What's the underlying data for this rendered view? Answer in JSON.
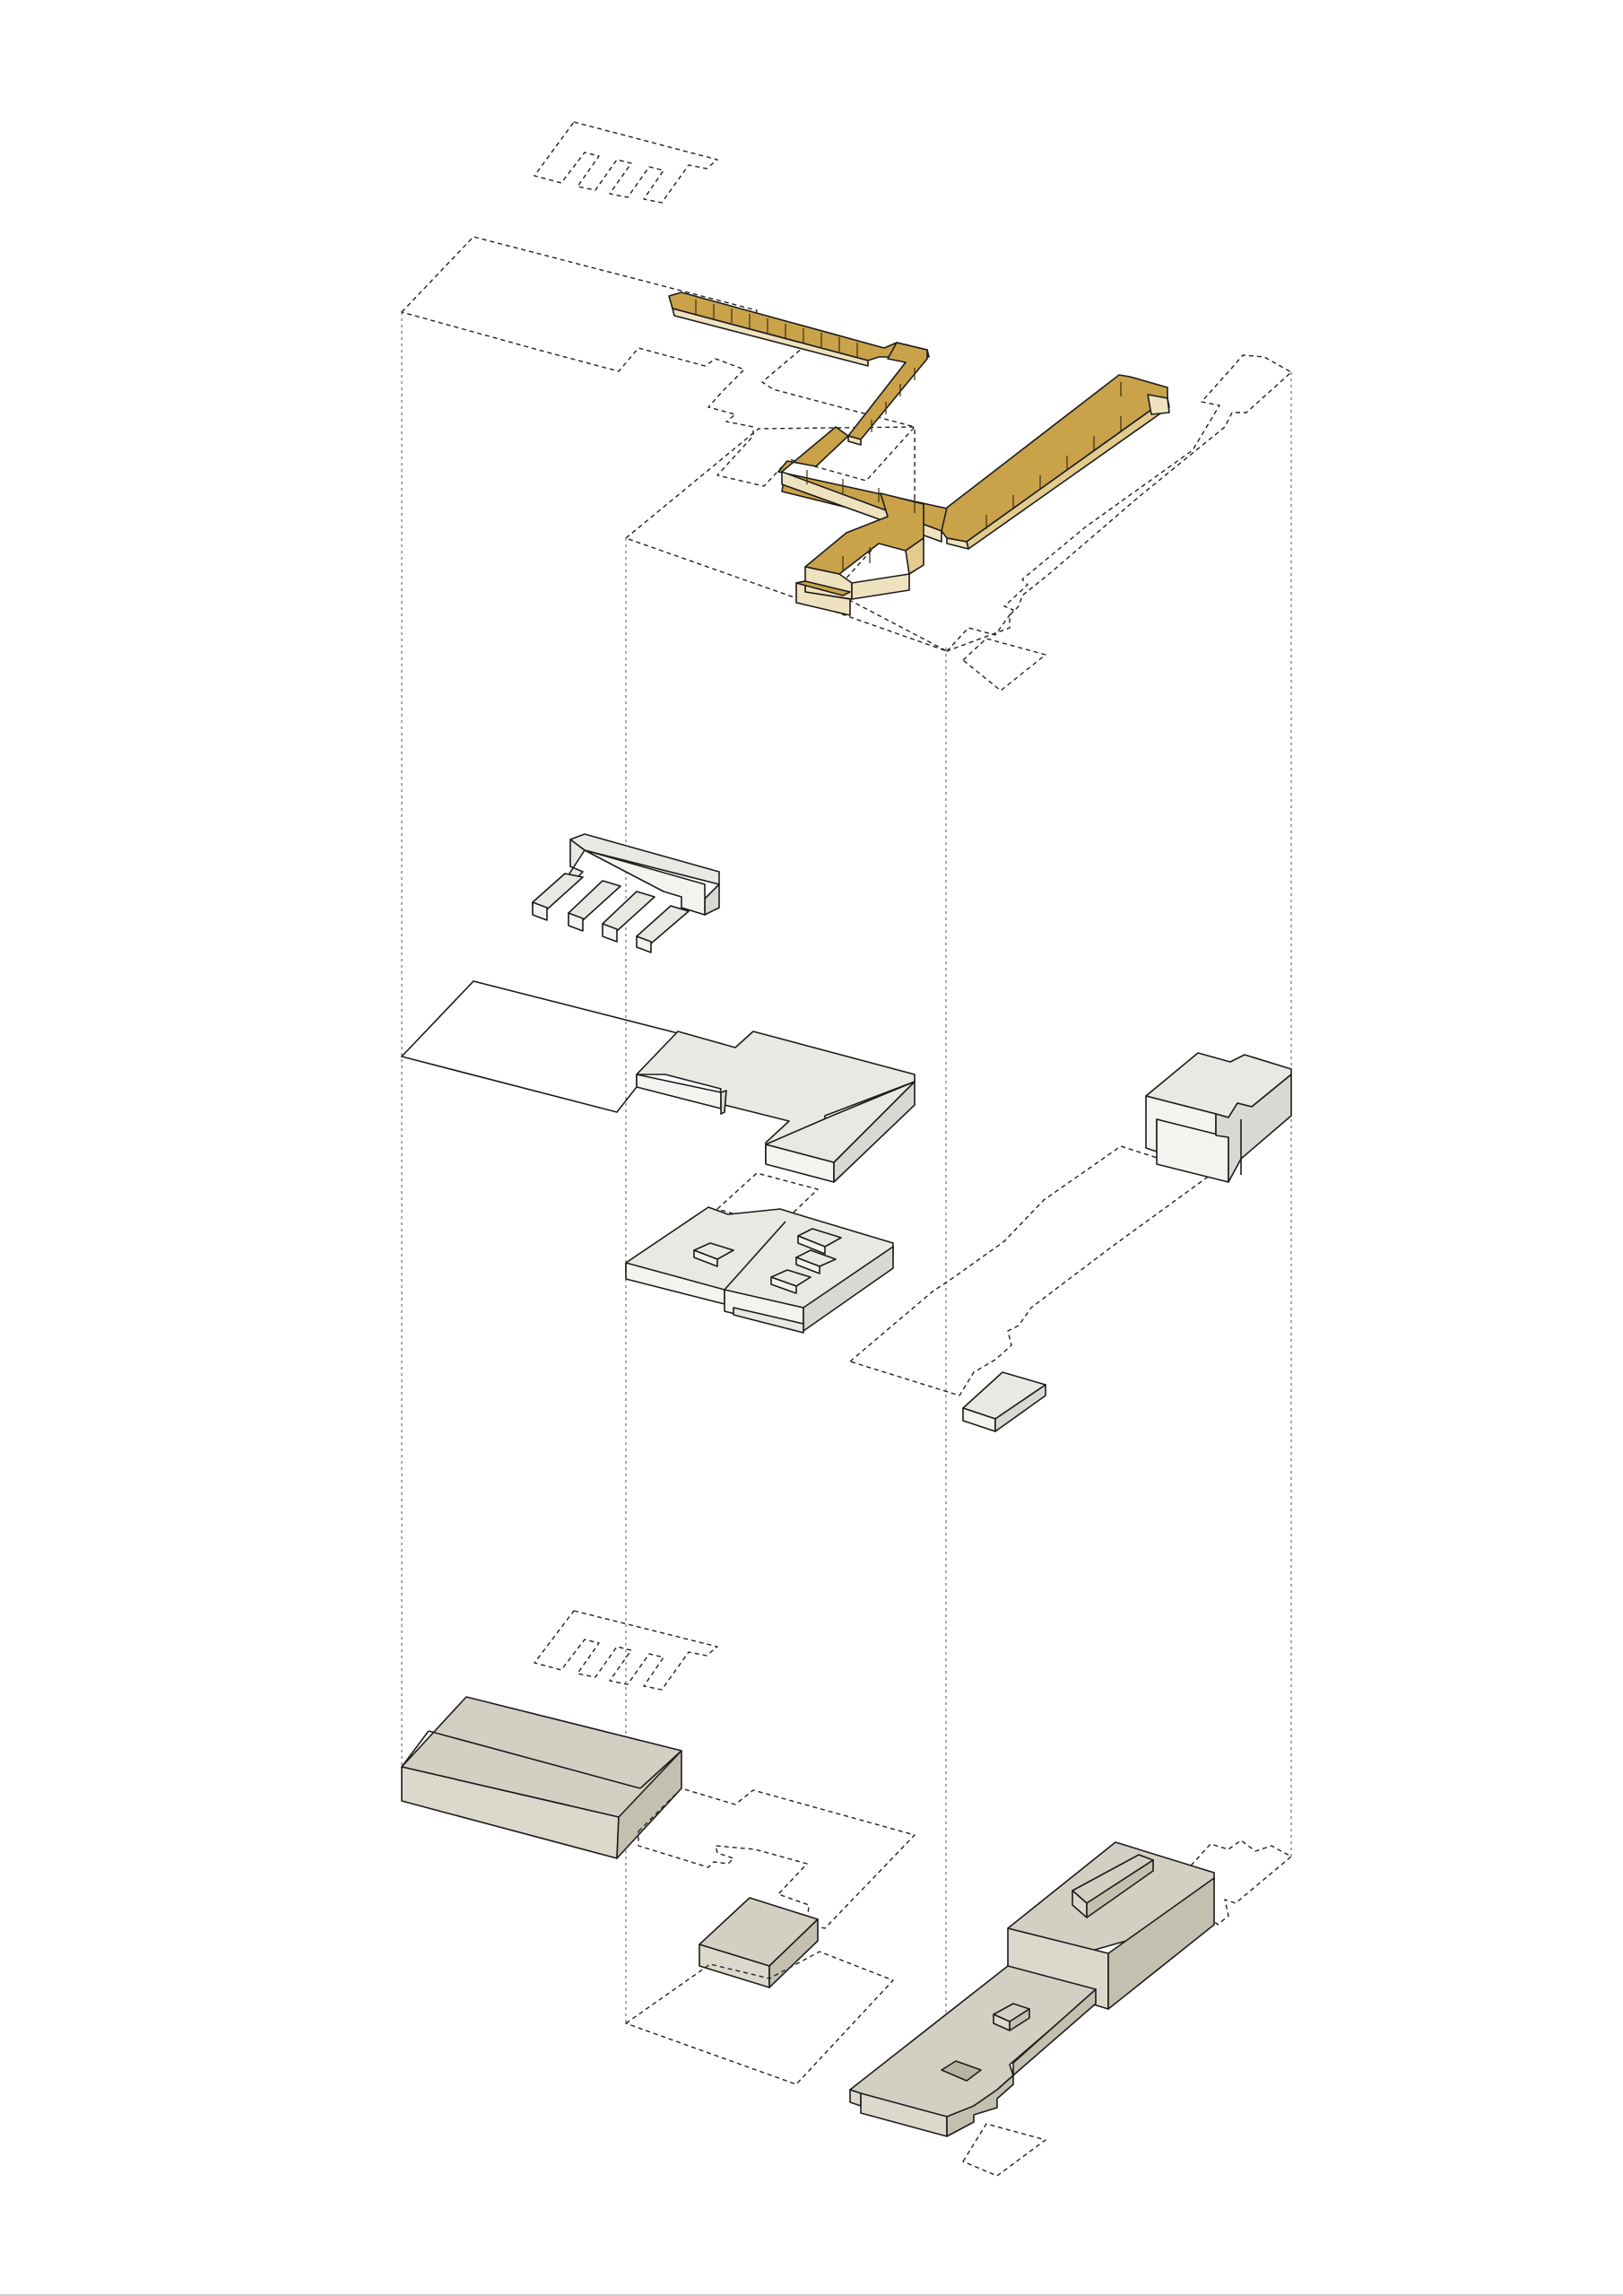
{
  "diagram": {
    "type": "exploded-axonometric",
    "layers": [
      {
        "id": "layer-top",
        "fill": "#c9a24a"
      },
      {
        "id": "layer-middle",
        "fill": "#e9e8e3"
      },
      {
        "id": "layer-bottom",
        "fill": "#d3d0c3"
      }
    ]
  }
}
